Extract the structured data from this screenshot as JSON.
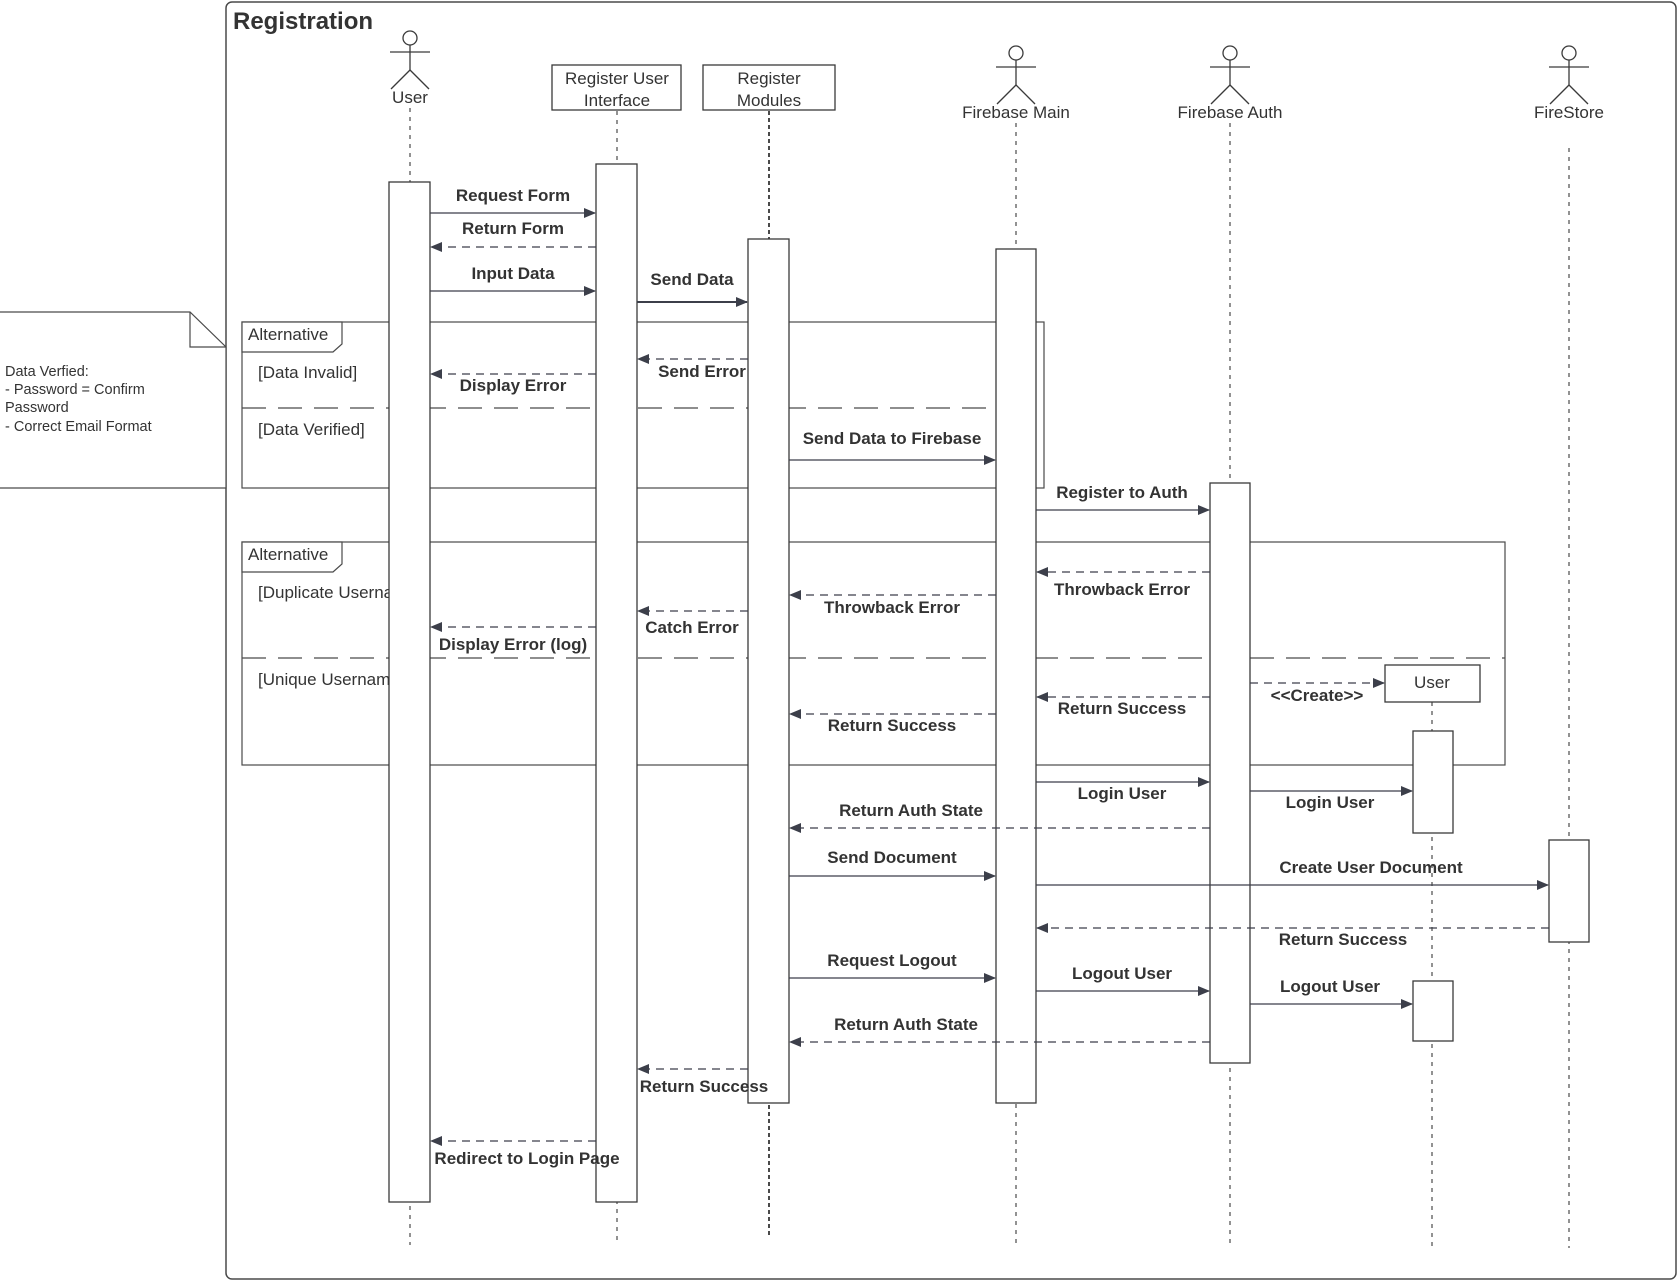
{
  "title": "Registration",
  "note": {
    "lines": [
      "Data Verfied:",
      "- Password = Confirm",
      "Password",
      "- Correct Email Format"
    ]
  },
  "participants": [
    {
      "id": "user",
      "kind": "actor",
      "label_lines": [
        "User"
      ]
    },
    {
      "id": "rui",
      "kind": "box",
      "label_lines": [
        "Register User",
        "Interface"
      ]
    },
    {
      "id": "rm",
      "kind": "box",
      "label_lines": [
        "Register",
        "Modules"
      ]
    },
    {
      "id": "fbm",
      "kind": "actor",
      "label_lines": [
        "Firebase Main"
      ]
    },
    {
      "id": "fba",
      "kind": "actor",
      "label_lines": [
        "Firebase Auth"
      ]
    },
    {
      "id": "fs",
      "kind": "actor",
      "label_lines": [
        "FireStore"
      ]
    },
    {
      "id": "uobj",
      "kind": "box",
      "label_lines": [
        "User"
      ]
    }
  ],
  "fragments": [
    {
      "operator": "Alternative",
      "guards": [
        "[Data Invalid]",
        "[Data Verified]"
      ]
    },
    {
      "operator": "Alternative",
      "guards": [
        "[Duplicate Username]",
        "[Unique Username]"
      ]
    }
  ],
  "messages": [
    {
      "label": "Request Form",
      "from": "user",
      "to": "rui",
      "style": "sync"
    },
    {
      "label": "Return Form",
      "from": "rui",
      "to": "user",
      "style": "return"
    },
    {
      "label": "Input Data",
      "from": "user",
      "to": "rui",
      "style": "sync"
    },
    {
      "label": "Send Data",
      "from": "rui",
      "to": "rm",
      "style": "sync"
    },
    {
      "label": "Send Error",
      "from": "rm",
      "to": "rui",
      "style": "return"
    },
    {
      "label": "Display Error",
      "from": "rui",
      "to": "user",
      "style": "return"
    },
    {
      "label": "Send Data to Firebase",
      "from": "rm",
      "to": "fbm",
      "style": "sync"
    },
    {
      "label": "Register to Auth",
      "from": "fbm",
      "to": "fba",
      "style": "sync"
    },
    {
      "label": "Throwback Error",
      "from": "fba",
      "to": "fbm",
      "style": "return"
    },
    {
      "label": "Throwback Error",
      "from": "fbm",
      "to": "rm",
      "style": "return"
    },
    {
      "label": "Catch Error",
      "from": "rm",
      "to": "rui",
      "style": "return"
    },
    {
      "label": "Display Error (log)",
      "from": "rui",
      "to": "user",
      "style": "return"
    },
    {
      "label": "<<Create>>",
      "from": "fba",
      "to": "uobj",
      "style": "create"
    },
    {
      "label": "Return Success",
      "from": "fba",
      "to": "fbm",
      "style": "return"
    },
    {
      "label": "Return Success",
      "from": "fbm",
      "to": "rm",
      "style": "return"
    },
    {
      "label": "Login User",
      "from": "fbm",
      "to": "fba",
      "style": "sync"
    },
    {
      "label": "Login User",
      "from": "fba",
      "to": "uobj",
      "style": "sync"
    },
    {
      "label": "Return Auth State",
      "from": "fba",
      "to": "rm",
      "style": "return"
    },
    {
      "label": "Send Document",
      "from": "rm",
      "to": "fbm",
      "style": "sync"
    },
    {
      "label": "Create User Document",
      "from": "fbm",
      "to": "fs",
      "style": "sync"
    },
    {
      "label": "Return Success",
      "from": "fs",
      "to": "fbm",
      "style": "return"
    },
    {
      "label": "Request Logout",
      "from": "rm",
      "to": "fbm",
      "style": "sync"
    },
    {
      "label": "Logout User",
      "from": "fbm",
      "to": "fba",
      "style": "sync"
    },
    {
      "label": "Logout User",
      "from": "fba",
      "to": "uobj",
      "style": "sync"
    },
    {
      "label": "Return Auth State",
      "from": "fba",
      "to": "rm",
      "style": "return"
    },
    {
      "label": "Return Success",
      "from": "rm",
      "to": "rui",
      "style": "return"
    },
    {
      "label": "Redirect to Login Page",
      "from": "rui",
      "to": "user",
      "style": "return"
    }
  ]
}
